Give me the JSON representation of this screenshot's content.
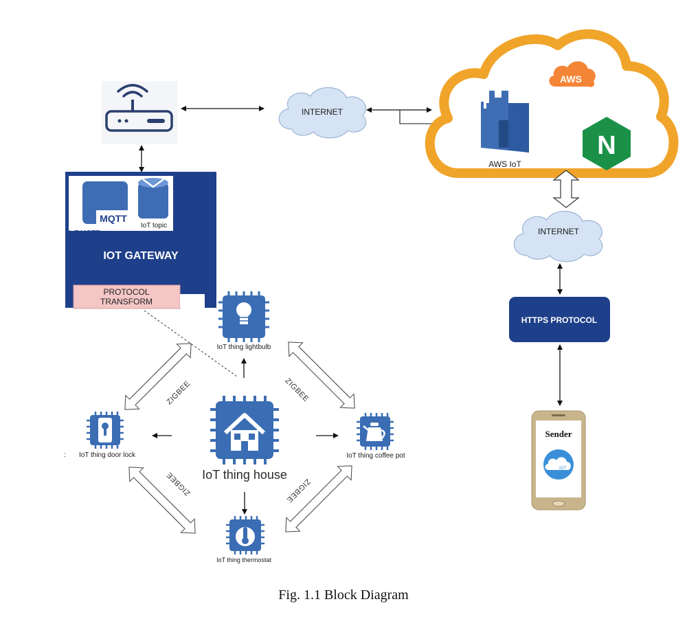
{
  "internet_top": "INTERNET",
  "internet_right": "INTERNET",
  "cloud": {
    "aws_badge": "AWS",
    "aws_iot_label": "AWS IoT",
    "nginx_letter": "N"
  },
  "gateway": {
    "mqtt_label": "MQTT",
    "mqtt_caption": "IoT MQTT",
    "topic_label": "IoT topic",
    "title": "IOT GATEWAY",
    "protocol_line1": "PROTOCOL",
    "protocol_line2": "TRANSFORM"
  },
  "https_label": "HTTPS PROTOCOL",
  "phone": {
    "title": "Sender",
    "icon_text": "IOT"
  },
  "things": {
    "house": "IoT thing house",
    "lightbulb": "IoT thing lightbulb",
    "door_lock": "IoT thing door lock",
    "door_lock_prefix": ":",
    "coffee_pot": "IoT thing coffee pot",
    "thermostat": "IoT thing thermostat"
  },
  "zigbee": [
    "ZIGBEE",
    "ZIGBEE",
    "ZIGBEE",
    "ZIGBEE"
  ],
  "caption": "Fig. 1.1 Block Diagram",
  "colors": {
    "navy": "#1e3f8a",
    "chip_blue": "#3a6db3",
    "cloud_orange": "#f0a42a",
    "internet_fill": "#d5e3f4",
    "nginx_green": "#1a9147",
    "aws_orange": "#f58536",
    "protocol_pink": "#f4c6c6"
  },
  "icons": [
    "router-icon",
    "mqtt-icon",
    "topic-icon",
    "aws-iot-icon",
    "aws-logo-icon",
    "nginx-icon",
    "phone-icon",
    "lightbulb-chip-icon",
    "house-chip-icon",
    "door-lock-chip-icon",
    "coffee-pot-chip-icon",
    "thermostat-chip-icon"
  ]
}
